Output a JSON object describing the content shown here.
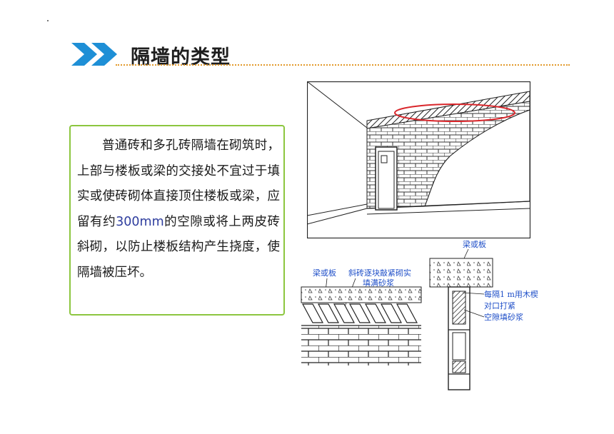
{
  "slide": {
    "title": "隔墙的类型",
    "body": {
      "part1": "普通砖和多孔砖隔墙在砌筑时，上部与楼板或梁的交接处不宜过于填实或使砖砌体直接顶住楼板或梁，应留有约",
      "highlight": "300mm",
      "part2": "的空隙或将上两皮砖斜砌，以防止楼板结构产生挠度，使隔墙被压坏。"
    }
  },
  "figure_left": {
    "label_beam": "梁或板",
    "label_brick_1": "斜砖逐块敲紧砌实",
    "label_brick_2": "填满砂浆"
  },
  "figure_right": {
    "label_beam": "梁或板",
    "label_wedge_1": "每隔1 m用木楔",
    "label_wedge_2": "对口打紧",
    "label_gap": "空隙填砂浆"
  },
  "colors": {
    "accent": "#1e8fd6",
    "frame": "#8cc63f",
    "rule": "#e39a2c",
    "highlight_text": "#2e3d9e",
    "ellipse": "#d9262b",
    "figure_label": "#1f4fc8"
  }
}
